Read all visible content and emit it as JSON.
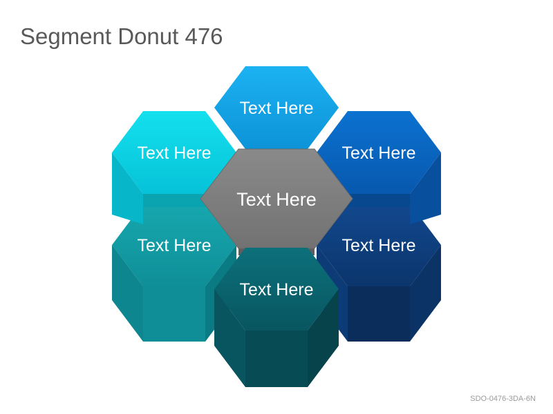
{
  "title": "Segment Donut 476",
  "footer": {
    "code": "SDO-0476-3DA-6N"
  },
  "center": {
    "label": "Text Here",
    "color": "#7f7f7f"
  },
  "segments": [
    {
      "position": "top",
      "label": "Text Here",
      "color": "#14a8ee"
    },
    {
      "position": "top-right",
      "label": "Text Here",
      "color": "#0a66c4"
    },
    {
      "position": "bottom-right",
      "label": "Text Here",
      "color": "#0e3f82"
    },
    {
      "position": "bottom",
      "label": "Text Here",
      "color": "#0a6470"
    },
    {
      "position": "bottom-left",
      "label": "Text Here",
      "color": "#159ea6"
    },
    {
      "position": "top-left",
      "label": "Text Here",
      "color": "#0ad7e8"
    }
  ]
}
